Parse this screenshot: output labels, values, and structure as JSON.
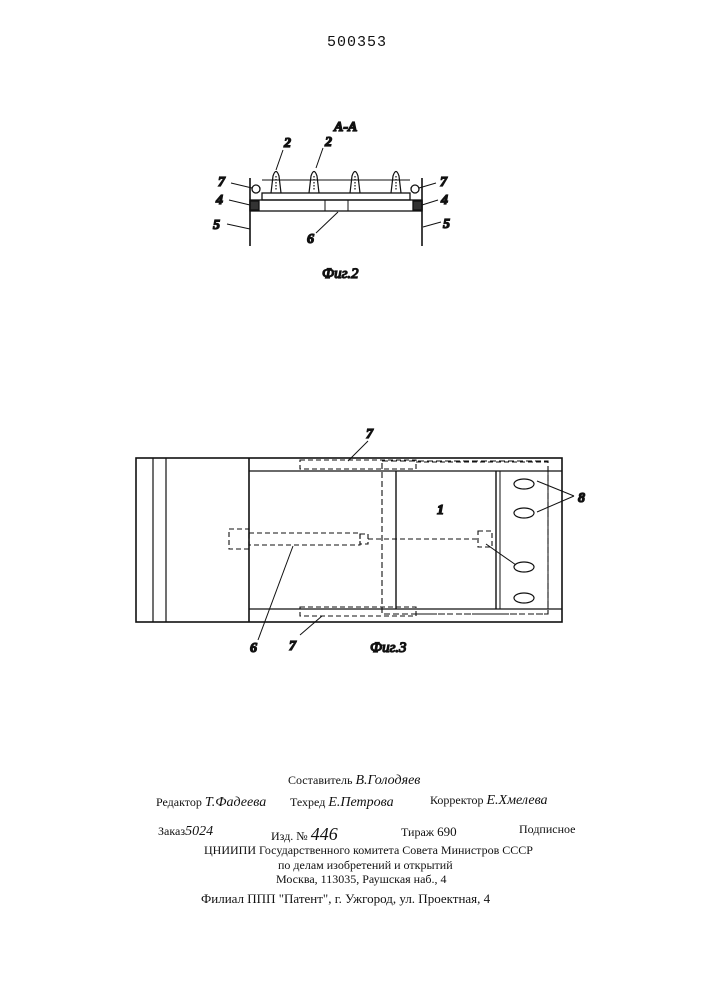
{
  "patent_number": "500353",
  "fig2": {
    "section_label": "А-А",
    "caption": "Фиг.2",
    "labels": {
      "two_left": "2",
      "two_right": "2",
      "seven_left": "7",
      "seven_right": "7",
      "four_left": "4",
      "four_right": "4",
      "five_left": "5",
      "five_right": "5",
      "six": "6"
    }
  },
  "fig3": {
    "caption": "Фиг.3",
    "labels": {
      "seven_top": "7",
      "seven_bottom": "7",
      "one": "1",
      "six": "6",
      "eight": "8"
    }
  },
  "imprint": {
    "compiler_label": "Составитель",
    "compiler": "В.Голодяев",
    "editor_label": "Редактор",
    "editor": "Т.Фадеева",
    "techred_label": "Техред",
    "techred": "Е.Петрова",
    "corrector_label": "Корректор",
    "corrector": "Е.Хмелева",
    "order_label": "Заказ",
    "order": "5024",
    "issue_label": "Изд. №",
    "issue": "446",
    "print_run_label": "Тираж",
    "print_run": "690",
    "subscription": "Подписное",
    "org_line1": "ЦНИИПИ Государственного комитета Совета Министров СССР",
    "org_line2": "по делам изобретений и открытий",
    "org_line3": "Москва, 113035, Раушская наб., 4",
    "branch": "Филиал ППП \"Патент\", г. Ужгород, ул. Проектная, 4"
  }
}
